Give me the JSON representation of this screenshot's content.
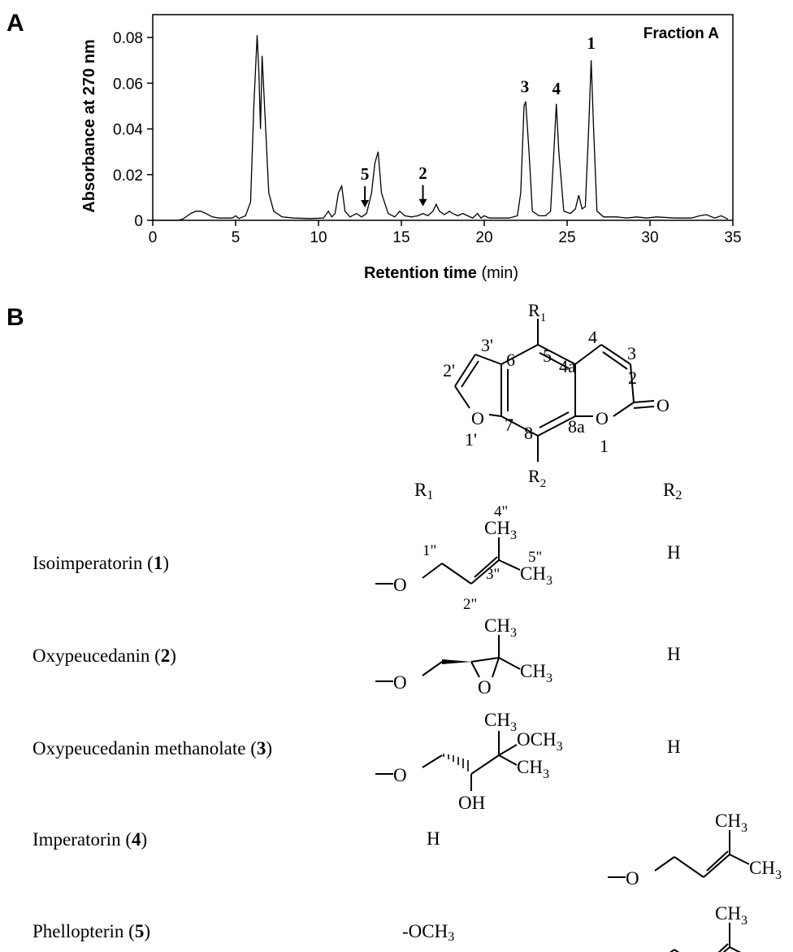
{
  "panels": {
    "a": "A",
    "b": "B"
  },
  "chart_data": {
    "type": "line",
    "title": "",
    "annotation": "Fraction A",
    "xlabel_bold": "Retention time",
    "xlabel_unit": " (min)",
    "ylabel": "Absorbance at 270 nm",
    "xlim": [
      0,
      35
    ],
    "ylim": [
      0,
      0.09
    ],
    "xticks": [
      0,
      5,
      10,
      15,
      20,
      25,
      30,
      35
    ],
    "yticks": [
      0,
      0.02,
      0.04,
      0.06,
      0.08
    ],
    "ytick_labels": [
      "0",
      "0.02",
      "0.04",
      "0.06",
      "0.08"
    ],
    "grid": false,
    "x": [
      0,
      1.5,
      1.8,
      2.1,
      2.3,
      2.6,
      2.9,
      3.2,
      3.6,
      4.0,
      4.4,
      4.8,
      5.0,
      5.2,
      5.6,
      5.9,
      6.1,
      6.3,
      6.4,
      6.5,
      6.6,
      6.8,
      7.0,
      7.3,
      7.8,
      8.5,
      9.5,
      10.3,
      10.6,
      10.8,
      11.0,
      11.2,
      11.4,
      11.6,
      11.9,
      12.3,
      12.6,
      12.9,
      13.2,
      13.4,
      13.6,
      13.8,
      14.2,
      14.6,
      14.9,
      15.2,
      15.6,
      16.0,
      16.3,
      16.6,
      16.9,
      17.1,
      17.3,
      17.6,
      17.9,
      18.1,
      18.4,
      18.7,
      19.0,
      19.3,
      19.6,
      19.8,
      20.0,
      20.3,
      20.6,
      21.0,
      21.5,
      22.0,
      22.2,
      22.4,
      22.5,
      22.7,
      22.9,
      23.3,
      23.7,
      24.0,
      24.2,
      24.35,
      24.5,
      24.8,
      25.2,
      25.5,
      25.7,
      25.9,
      26.1,
      26.3,
      26.45,
      26.6,
      26.8,
      27.2,
      28.0,
      28.6,
      29.2,
      29.8,
      30.4,
      31.5,
      32.5,
      33.0,
      33.4,
      33.9,
      34.3,
      34.7
    ],
    "series": [
      {
        "values": [
          0,
          0,
          0.0005,
          0.002,
          0.003,
          0.004,
          0.004,
          0.003,
          0.0015,
          0.001,
          0.001,
          0.001,
          0.002,
          0.0008,
          0.002,
          0.008,
          0.05,
          0.081,
          0.065,
          0.04,
          0.072,
          0.042,
          0.012,
          0.004,
          0.0015,
          0.001,
          0.0008,
          0.001,
          0.004,
          0.0015,
          0.003,
          0.012,
          0.015,
          0.004,
          0.0015,
          0.003,
          0.0015,
          0.003,
          0.012,
          0.025,
          0.03,
          0.012,
          0.003,
          0.0015,
          0.004,
          0.002,
          0.0015,
          0.002,
          0.003,
          0.002,
          0.004,
          0.007,
          0.004,
          0.0025,
          0.004,
          0.003,
          0.002,
          0.003,
          0.002,
          0.001,
          0.003,
          0.001,
          0.002,
          0.001,
          0.001,
          0.001,
          0.001,
          0.002,
          0.012,
          0.05,
          0.052,
          0.03,
          0.004,
          0.002,
          0.002,
          0.004,
          0.03,
          0.051,
          0.03,
          0.004,
          0.003,
          0.005,
          0.011,
          0.005,
          0.006,
          0.04,
          0.07,
          0.04,
          0.004,
          0.0015,
          0.0015,
          0.001,
          0.0015,
          0.001,
          0.0015,
          0.001,
          0.001,
          0.002,
          0.0025,
          0.001,
          0.002,
          0.0005
        ]
      }
    ],
    "peak_labels": [
      {
        "label": "1",
        "x": 26.45,
        "y": 0.0715
      },
      {
        "label": "3",
        "x": 22.45,
        "y": 0.0525
      },
      {
        "label": "4",
        "x": 24.35,
        "y": 0.0515
      }
    ],
    "arrow_labels": [
      {
        "label": "5",
        "x": 12.8,
        "y": 0.0035
      },
      {
        "label": "2",
        "x": 16.3,
        "y": 0.004
      }
    ]
  },
  "structure": {
    "atoms": [
      "R",
      "1",
      "R",
      "2",
      "3'",
      "2'",
      "6",
      "5",
      "4a",
      "4",
      "3",
      "2",
      "O",
      "1'",
      "7",
      "8",
      "8a",
      "O",
      "1",
      "O"
    ]
  },
  "table": {
    "col_r1": [
      "R",
      "1"
    ],
    "col_r2": [
      "R",
      "2"
    ],
    "compounds": [
      {
        "name": "Isoimperatorin (",
        "num": "1",
        "close": ")",
        "r2": "H"
      },
      {
        "name": "Oxypeucedanin (",
        "num": "2",
        "close": ")",
        "r2": "H"
      },
      {
        "name": "Oxypeucedanin methanolate (",
        "num": "3",
        "close": ")",
        "r2": "H"
      },
      {
        "name": "Imperatorin (",
        "num": "4",
        "close": ")",
        "r1": "H"
      },
      {
        "name": "Phellopterin (",
        "num": "5",
        "close": ")",
        "r1_main": "-OCH",
        "r1_sub": "3"
      }
    ],
    "groups": {
      "O": "O",
      "CH": "CH",
      "three": "3",
      "OH": "OH",
      "OCH": "OCH",
      "n1": "1\"",
      "n2": "2\"",
      "n3": "3\"",
      "n4": "4\"",
      "n5": "5\""
    }
  }
}
